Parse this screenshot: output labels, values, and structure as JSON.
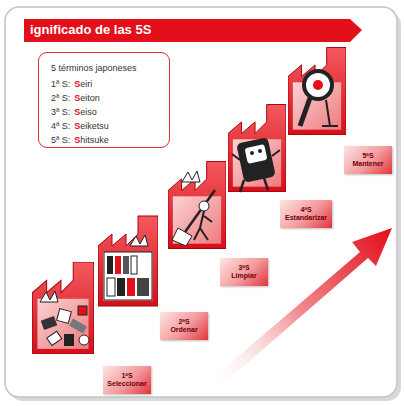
{
  "diagram": {
    "title": "ignificado de las 5S",
    "nodes": [
      {
        "text": [
          "5 términos japoneses",
          "1ª S:",
          "Seiri",
          "2ª S:",
          "Seiton",
          "3ª S:",
          "Seiso",
          "4ª S:",
          "Seiketsu",
          "5ª S:",
          "Shitsuke"
        ]
      },
      {
        "text": [
          "1ªS",
          "Seleccionar"
        ]
      },
      {
        "text": [
          "2ªS",
          "Ordenar"
        ]
      },
      {
        "text": [
          "3ªS",
          "Limpiar"
        ]
      },
      {
        "text": [
          "4ªS",
          "Estandarizar"
        ]
      },
      {
        "text": [
          "5ªS",
          "Mantener"
        ]
      }
    ]
  }
}
